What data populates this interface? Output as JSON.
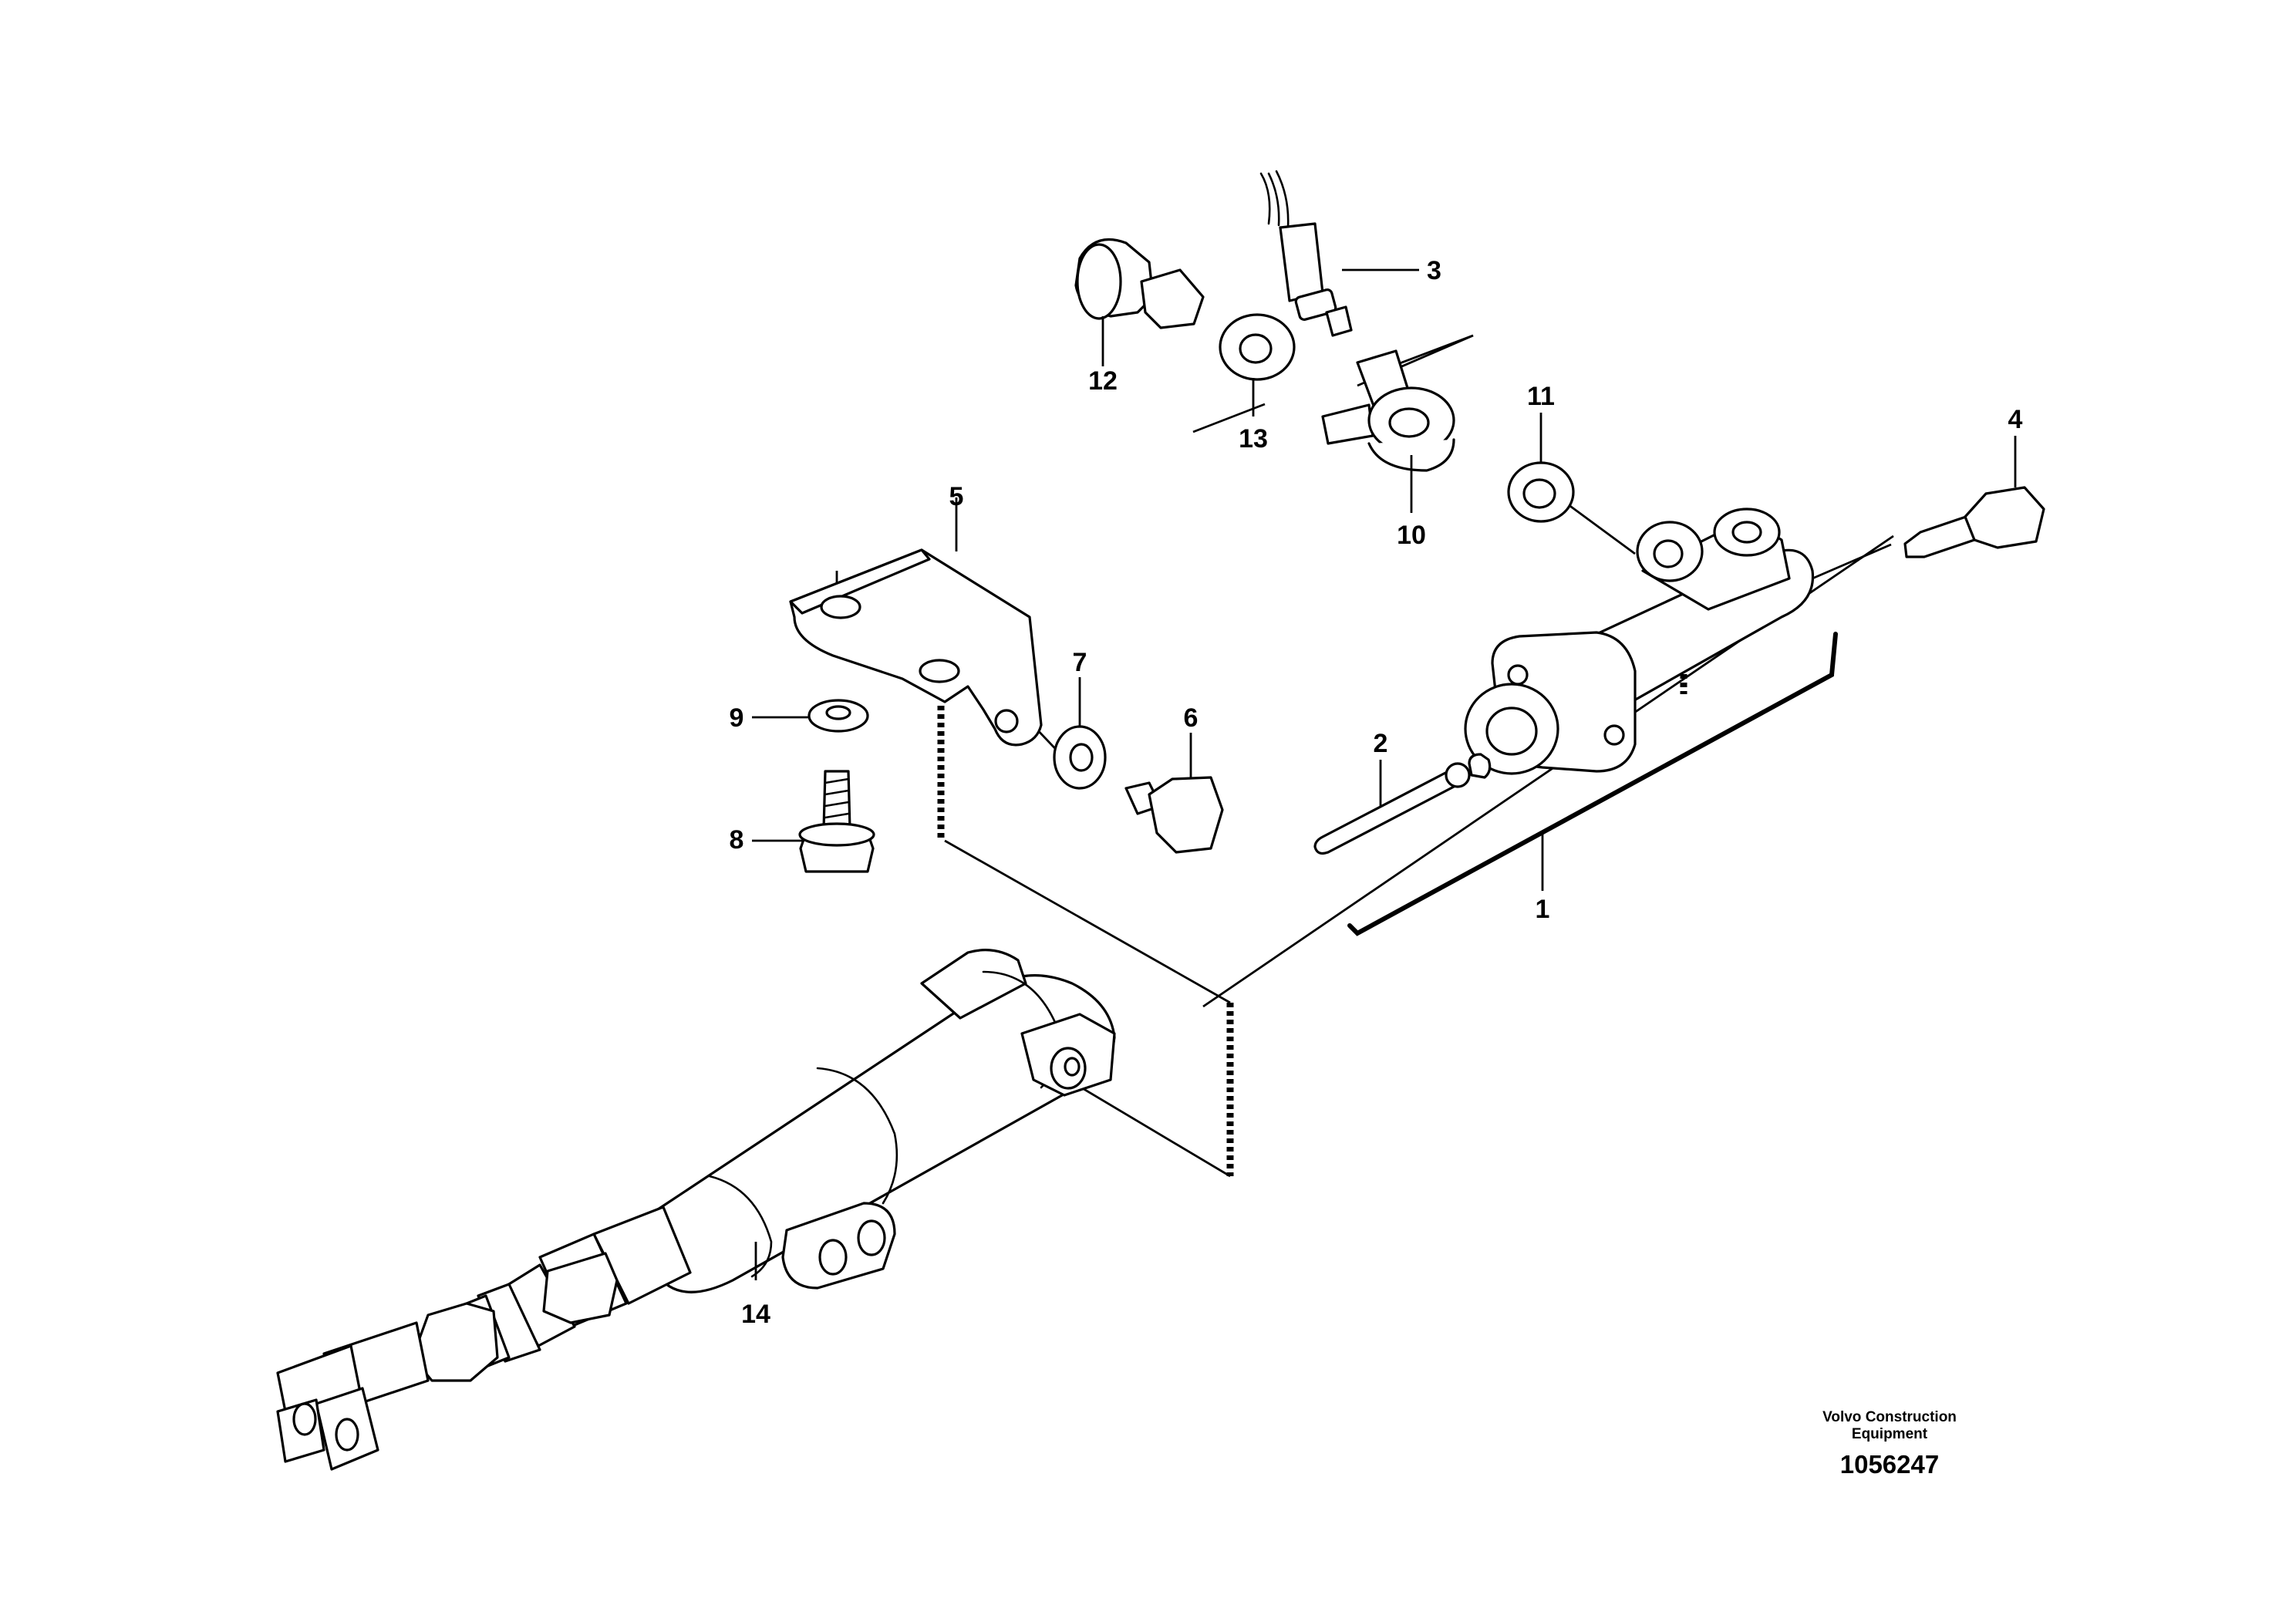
{
  "callouts": [
    {
      "id": "1",
      "label": "1"
    },
    {
      "id": "2",
      "label": "2"
    },
    {
      "id": "3",
      "label": "3"
    },
    {
      "id": "4",
      "label": "4"
    },
    {
      "id": "5",
      "label": "5"
    },
    {
      "id": "6",
      "label": "6"
    },
    {
      "id": "7",
      "label": "7"
    },
    {
      "id": "8",
      "label": "8"
    },
    {
      "id": "9",
      "label": "9"
    },
    {
      "id": "10",
      "label": "10"
    },
    {
      "id": "11",
      "label": "11"
    },
    {
      "id": "12",
      "label": "12"
    },
    {
      "id": "13",
      "label": "13"
    },
    {
      "id": "14",
      "label": "14"
    }
  ],
  "watermark": {
    "company_line1": "Volvo Construction",
    "company_line2": "Equipment",
    "drawing_number": "1056247"
  }
}
